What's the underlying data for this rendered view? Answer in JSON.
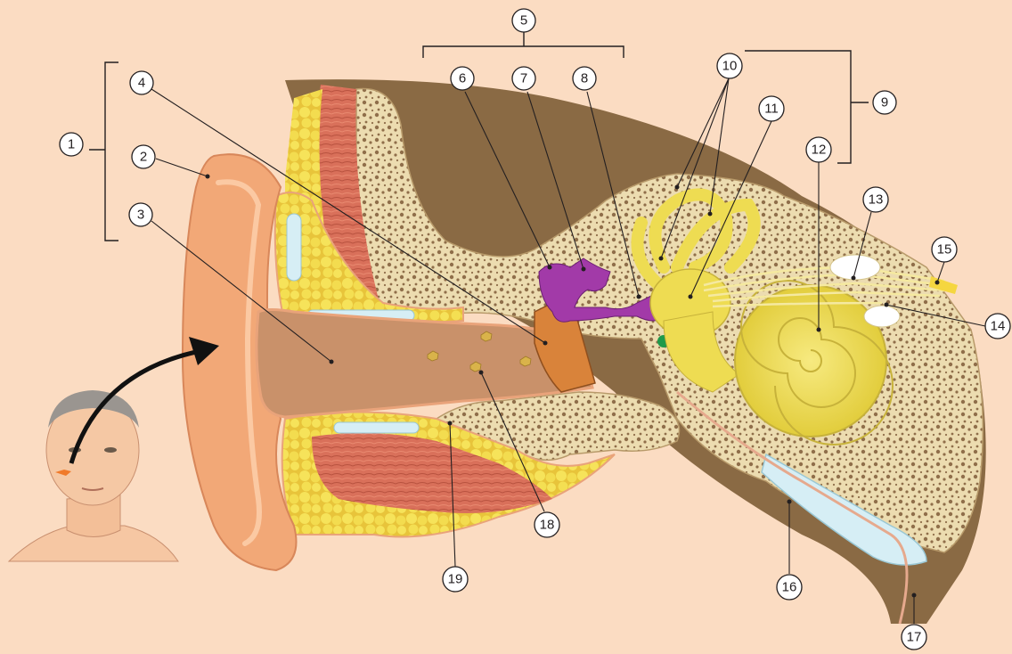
{
  "diagram": {
    "callout_labels": [
      "1",
      "2",
      "3",
      "4",
      "5",
      "6",
      "7",
      "8",
      "9",
      "10",
      "11",
      "12",
      "13",
      "14",
      "15",
      "16",
      "17",
      "18",
      "19"
    ]
  },
  "colors": {
    "background": "#fbdcc2",
    "skin": "#f2a877",
    "canal": "#c9916a",
    "bone": "#e9d6a8",
    "muscle": "#d9705a",
    "fat": "#f2df4e",
    "ossicles": "#a23aa8",
    "inner_ear": "#eedc52",
    "eardrum": "#d9833a",
    "cavity": "#8a6a44",
    "nerve": "#f5e9a0"
  }
}
